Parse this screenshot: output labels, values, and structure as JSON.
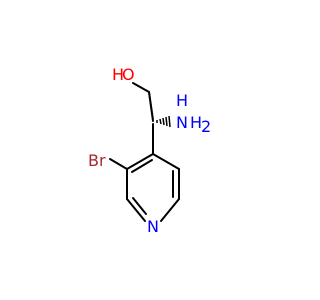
{
  "molecule": {
    "atoms": {
      "oxygen": {
        "symbol": "O",
        "hydrogens": "H",
        "color": "#ff0000"
      },
      "nitrogen_amine": {
        "symbol": "N",
        "hydrogens": "H",
        "subscript": "2",
        "color": "#0000ff"
      },
      "bromine": {
        "symbol": "Br",
        "color": "#a52a2a"
      },
      "nitrogen_ring": {
        "symbol": "N",
        "color": "#0000ff"
      }
    },
    "bond_color": "#000000"
  }
}
